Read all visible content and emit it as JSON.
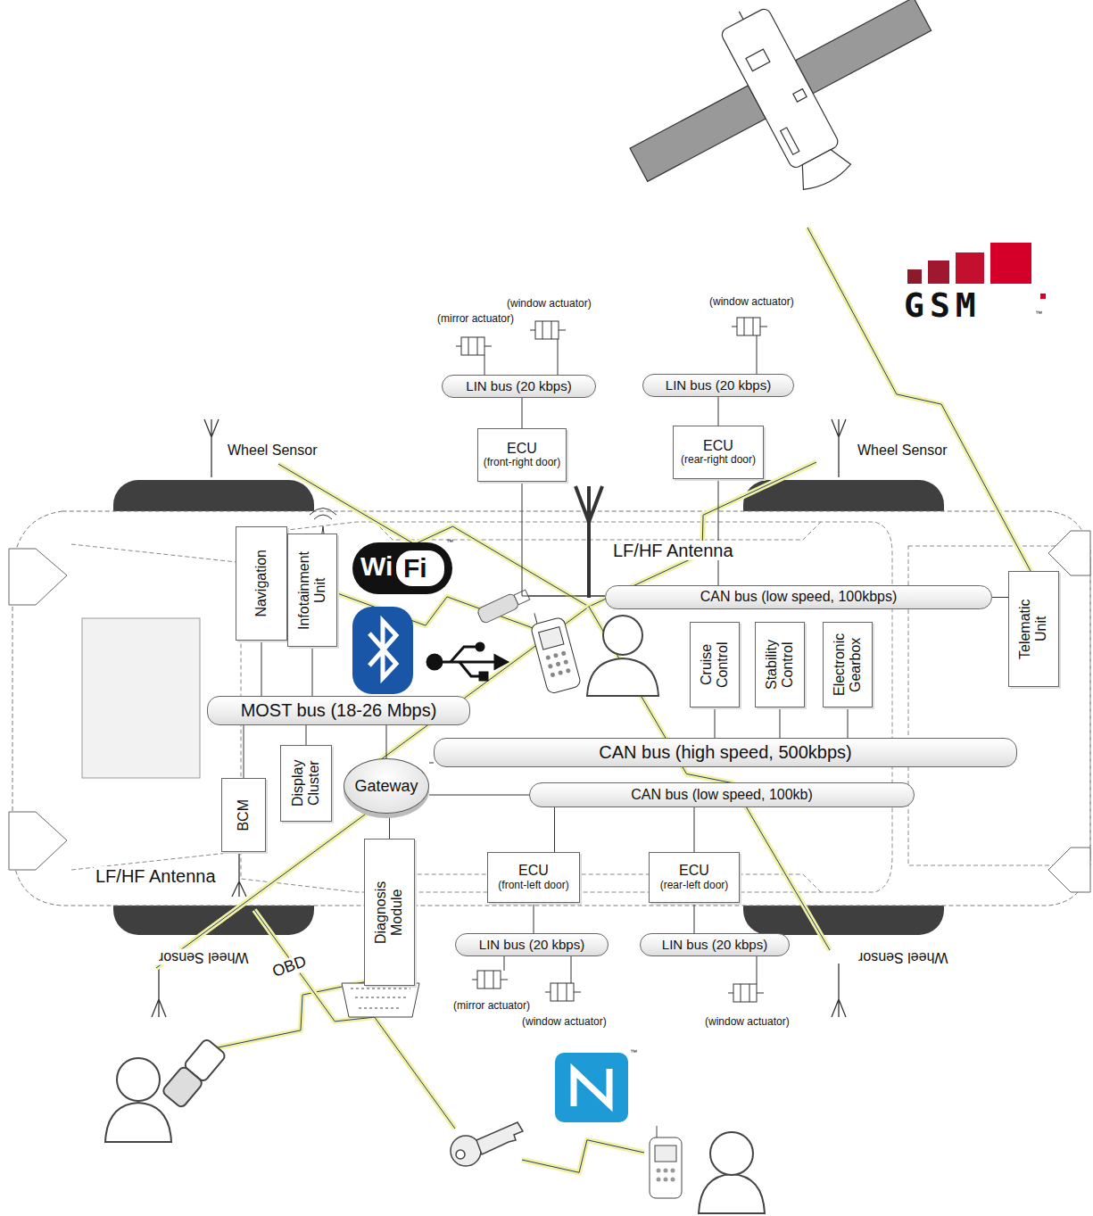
{
  "diagram": {
    "nodes": [
      {
        "text": [
          "LIN bus (20 kbps)"
        ]
      },
      {
        "text": [
          "LIN bus (20 kbps)"
        ]
      },
      {
        "text": [
          "ECU",
          "(front-right door)"
        ]
      },
      {
        "text": [
          "ECU",
          "(rear-right door)"
        ]
      },
      {
        "text": [
          "Navigation"
        ]
      },
      {
        "text": [
          "Infotainment Unit"
        ]
      },
      {
        "text": [
          "CAN bus (low speed, 100kbps)"
        ]
      },
      {
        "text": [
          "Telematic Unit"
        ]
      },
      {
        "text": [
          "Cruise Control"
        ]
      },
      {
        "text": [
          "Stability Control"
        ]
      },
      {
        "text": [
          "Electronic Gearbox"
        ]
      },
      {
        "text": [
          "MOST bus (18-26 Mbps)"
        ]
      },
      {
        "text": [
          "CAN bus (high speed, 500kbps)"
        ]
      },
      {
        "text": [
          "Display Cluster"
        ]
      },
      {
        "text": [
          "Gateway"
        ]
      },
      {
        "text": [
          "BCM"
        ]
      },
      {
        "text": [
          "CAN bus (low speed, 100kb)"
        ]
      },
      {
        "text": [
          "ECU",
          "(front-left door)"
        ]
      },
      {
        "text": [
          "ECU",
          "(rear-left door)"
        ]
      },
      {
        "text": [
          "Diagnosis Module"
        ]
      },
      {
        "text": [
          "LIN bus (20 kbps)"
        ]
      },
      {
        "text": [
          "LIN bus (20 kbps)"
        ]
      }
    ],
    "edges": [
      {
        "from": 2,
        "to": 0,
        "arrow": "none"
      },
      {
        "from": 3,
        "to": 1,
        "arrow": "none"
      },
      {
        "from": 2,
        "to": 6,
        "arrow": "none"
      },
      {
        "from": 3,
        "to": 6,
        "arrow": "none"
      },
      {
        "from": 4,
        "to": 11,
        "arrow": "none"
      },
      {
        "from": 5,
        "to": 11,
        "arrow": "none"
      },
      {
        "from": 11,
        "to": 14,
        "arrow": "none"
      },
      {
        "from": 14,
        "to": 12,
        "arrow": "none"
      },
      {
        "from": 14,
        "to": 16,
        "arrow": "none"
      },
      {
        "from": 8,
        "to": 12,
        "arrow": "none"
      },
      {
        "from": 9,
        "to": 12,
        "arrow": "none"
      },
      {
        "from": 10,
        "to": 12,
        "arrow": "none"
      },
      {
        "from": 13,
        "to": 11,
        "arrow": "none"
      },
      {
        "from": 15,
        "to": 11,
        "arrow": "none"
      },
      {
        "from": 19,
        "to": 14,
        "arrow": "none"
      },
      {
        "from": 17,
        "to": 16,
        "arrow": "none"
      },
      {
        "from": 18,
        "to": 16,
        "arrow": "none"
      },
      {
        "from": 17,
        "to": 20,
        "arrow": "none"
      },
      {
        "from": 18,
        "to": 21,
        "arrow": "none"
      },
      {
        "from": 7,
        "to": 6,
        "arrow": "none"
      }
    ],
    "labels": [
      "(window actuator)",
      "(mirror actuator)",
      "(window actuator)",
      "Wheel Sensor",
      "Wheel Sensor",
      "LF/HF Antenna",
      "LF/HF Antenna",
      "Wheel Sensor",
      "Wheel Sensor",
      "OBD",
      "(mirror actuator)",
      "(window actuator)",
      "(window actuator)",
      "GSM",
      "Wi",
      "Fi",
      "™",
      "™",
      "™"
    ]
  }
}
